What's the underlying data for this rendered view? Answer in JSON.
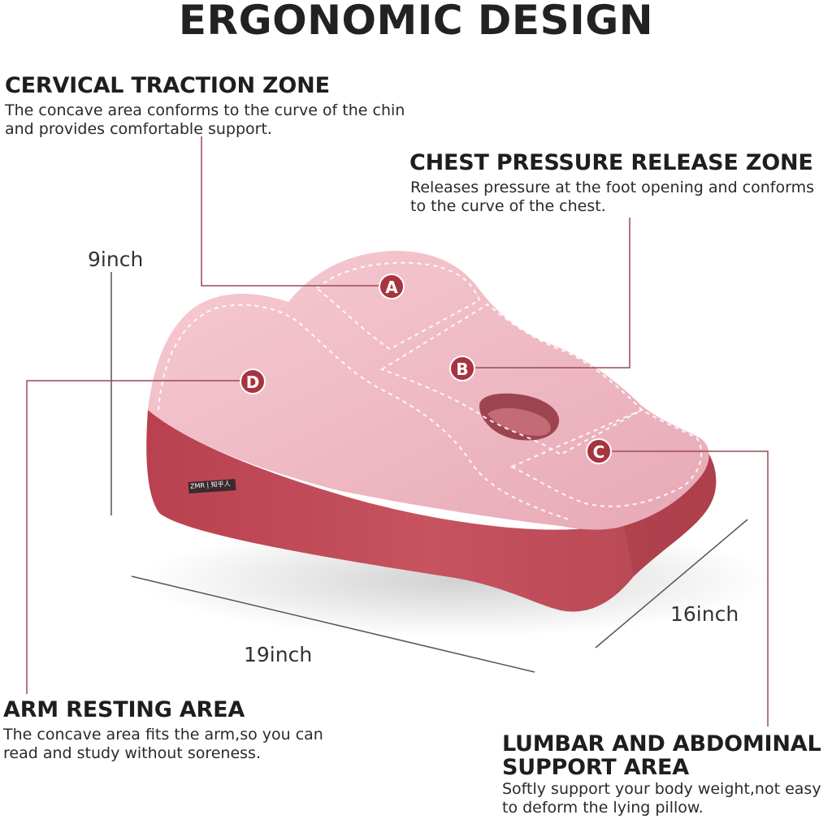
{
  "title": "ERGONOMIC DESIGN",
  "zones": {
    "cervical": {
      "heading": "CERVICAL TRACTION ZONE",
      "lines": [
        "The concave area conforms to the curve of the chin",
        "and provides comfortable support."
      ]
    },
    "chest": {
      "heading": "CHEST PRESSURE RELEASE ZONE",
      "lines": [
        "Releases pressure at the foot opening and conforms",
        "to the curve of the chest."
      ]
    },
    "arm": {
      "heading": "ARM RESTING AREA",
      "lines": [
        "The concave area fits the arm,so you can",
        "read and study without soreness."
      ]
    },
    "lumbar": {
      "heading_lines": [
        "LUMBAR AND ABDOMINAL",
        "SUPPORT AREA"
      ],
      "lines": [
        "Softly support your body weight,not easy",
        "to deform the lying pillow."
      ]
    }
  },
  "markers": {
    "a": "A",
    "b": "B",
    "c": "C",
    "d": "D"
  },
  "dimensions": {
    "height": "9inch",
    "width": "19inch",
    "depth": "16inch"
  },
  "brand_label": "ZMR | 知乎人",
  "colors": {
    "pillow_top": "#f0bcc6",
    "pillow_base": "#c24f5c",
    "marker": "#a7343f",
    "leader_line": "#9a4a55"
  }
}
